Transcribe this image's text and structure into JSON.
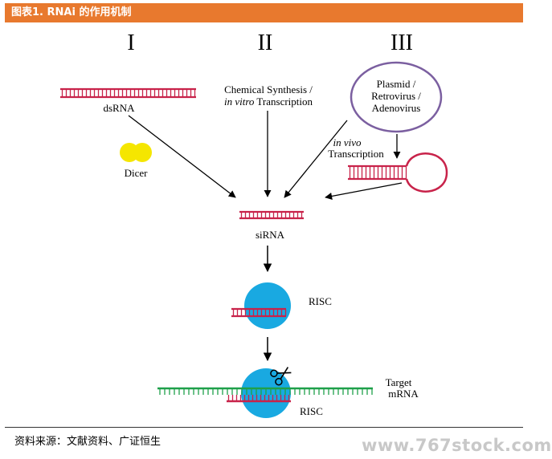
{
  "header": {
    "title": "图表1.  RNAi 的作用机制"
  },
  "diagram": {
    "numerals": [
      "I",
      "II",
      "III"
    ],
    "labels": {
      "dsrna": "dsRNA",
      "dicer": "Dicer",
      "chem_line1": "Chemical Synthesis /",
      "chem_line2_italic": "in vitro",
      "chem_line2_rest": " Transcription",
      "plasmid_line1": "Plasmid /",
      "plasmid_line2": "Retrovirus /",
      "plasmid_line3": "Adenovirus",
      "invivo_italic": "in vivo",
      "invivo_line2": "Transcription",
      "sirna": "siRNA",
      "risc_1": "RISC",
      "risc_2": "RISC",
      "target_line1": "Target",
      "target_line2": "mRNA"
    },
    "colors": {
      "rna_strand": "#C8234A",
      "dicer": "#F5E600",
      "risc": "#19A9E1",
      "mrna": "#1FA04A",
      "plasmid": "#7B5FA0",
      "arrow": "#000000"
    }
  },
  "footer": {
    "source": "资料来源：文献资料、广证恒生"
  },
  "watermark": "www.767stock.com"
}
